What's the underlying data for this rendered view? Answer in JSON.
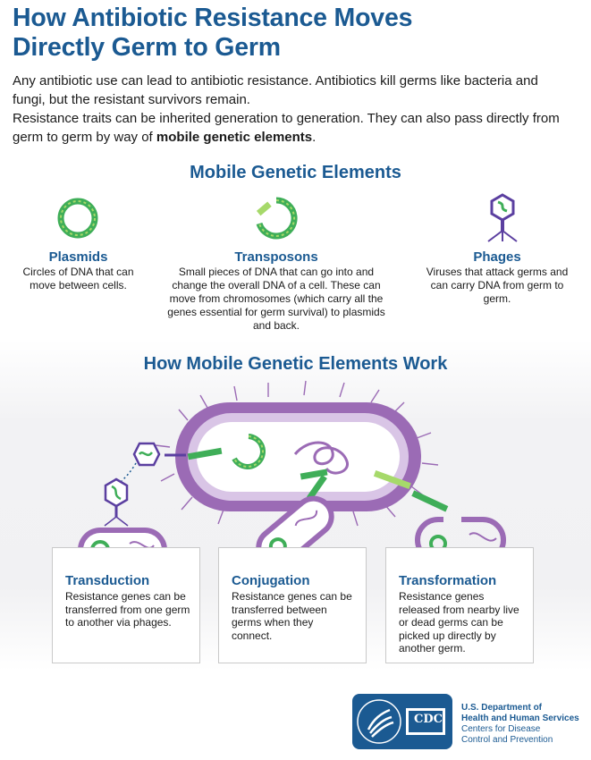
{
  "header": {
    "title_line1": "How Antibiotic Resistance Moves",
    "title_line2": "Directly Germ to Germ"
  },
  "intro": {
    "p1": "Any antibiotic use can lead to antibiotic resistance. Antibiotics kill germs like bacteria and fungi, but the resistant survivors remain.",
    "p2_start": "Resistance traits can be inherited generation to generation. They can also pass directly from germ to germ by way of ",
    "p2_bold": "mobile genetic elements",
    "p2_end": "."
  },
  "mge": {
    "heading": "Mobile Genetic Elements",
    "items": [
      {
        "title": "Plasmids",
        "icon": "plasmid-icon",
        "desc": "Circles of DNA that can move between cells."
      },
      {
        "title": "Transposons",
        "icon": "transposon-icon",
        "desc": "Small pieces of DNA that can go into and change the overall DNA of a cell. These can move from chromosomes (which carry all the genes essential for germ survival) to plasmids and back."
      },
      {
        "title": "Phages",
        "icon": "phage-icon",
        "desc": "Viruses that attack germs and can carry DNA from germ to germ."
      }
    ]
  },
  "work": {
    "heading": "How Mobile Genetic Elements Work",
    "boxes": [
      {
        "title": "Transduction",
        "desc": "Resistance genes can be transferred from one germ to another via phages."
      },
      {
        "title": "Conjugation",
        "desc": "Resistance genes can be transferred between germs when they connect."
      },
      {
        "title": "Transformation",
        "desc": "Resistance genes released from nearby live or dead germs can be picked up directly by another germ."
      }
    ]
  },
  "footer": {
    "hhs_line1": "U.S. Department of",
    "hhs_line2": "Health and Human Services",
    "cdc_line1": "Centers for Disease",
    "cdc_line2": "Control and Prevention",
    "cdc_logo_text": "CDC"
  },
  "colors": {
    "navy": "#1b5a92",
    "purple": "#9b6bb5",
    "purple_light": "#d9c5e6",
    "green": "#3fae58",
    "green_light": "#a6d96a"
  }
}
